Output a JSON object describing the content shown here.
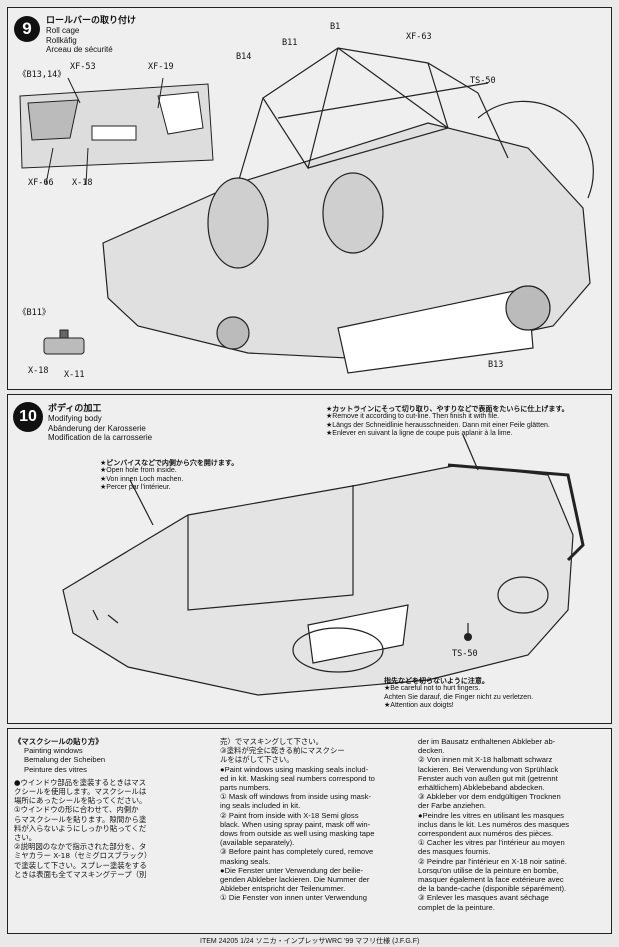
{
  "step9": {
    "number": "9",
    "title_jp": "ロールバーの取り付け",
    "title_en": "Roll cage",
    "title_de": "Rollkäfig",
    "title_fr": "Arceau de sécurité",
    "inset_label": "《B13,14》",
    "inset2_label": "《B11》",
    "parts": {
      "b1": "B1",
      "b11": "B11",
      "b14": "B14",
      "b13": "B13",
      "xf63": "XF-63",
      "ts50": "TS-50",
      "xf53": "XF-53",
      "xf19": "XF-19",
      "xf66": "XF-66",
      "x18": "X-18",
      "x18b": "X-18",
      "x11": "X-11"
    }
  },
  "step10": {
    "number": "10",
    "title_jp": "ボディの加工",
    "title_en": "Modifying body",
    "title_de": "Abänderung der Karosserie",
    "title_fr": "Modification de la carrosserie",
    "cut_note": [
      "★カットラインにそって切り取り、やすりなどで表面をたいらに仕上げます。",
      "★Remove it according to cut-line. Then finish it with file.",
      "★Längs der Schneidlinie herausschneiden. Dann mit einer Feile glätten.",
      "★Enlever en suivant la ligne de coupe puis aplanir à la lime."
    ],
    "hole_note": [
      "★ピンバイスなどで内側から穴を開けます。",
      "★Open hole from inside.",
      "★Von innen Loch machen.",
      "★Percer par l'intérieur."
    ],
    "finger_note": [
      "指先などを切らないように注意。",
      "★Be careful not to hurt fingers.",
      "Achten Sie darauf, die Finger nicht zu verletzen.",
      "★Attention aux doigts!"
    ],
    "ts50": "TS-50"
  },
  "masking": {
    "title_jp": "《マスクシールの貼り方》",
    "title_en": "Painting windows",
    "title_de": "Bemalung der Scheiben",
    "title_fr": "Peinture des vitres",
    "col1": [
      "●ウインドウ部品を塗装するときはマス",
      "クシールを使用します。マスクシールは",
      "場所にあったシールを貼ってください。",
      "①ウインドウの形に合わせて、内側か",
      "らマスクシールを貼ります。隙間から塗",
      "料が入らないようにしっかり貼ってくだ",
      "さい。",
      "②説明図のなかで指示された部分を、タ",
      "ミヤカラー X-18（セミグロスブラック）",
      "で塗装して下さい。スプレー塗装をする",
      "ときは表面も全てマスキングテープ（別"
    ],
    "col2": [
      "売）でマスキングして下さい。",
      "③塗料が完全に乾きる前にマスクシー",
      "ルをはがして下さい。",
      "●Paint windows using masking seals includ-",
      "ed in kit. Masking seal numbers correspond to",
      "parts numbers.",
      "① Mask off windows from inside using mask-",
      "ing seals included in kit.",
      "② Paint from inside with X-18 Semi gloss",
      "black. When using spray paint, mask off win-",
      "dows from outside as well using masking tape",
      "(available separately).",
      "③ Before paint has completely cured, remove",
      "masking seals.",
      "●Die Fenster unter Verwendung der beilie-",
      "genden Abkleber lackieren. Die Nummer der",
      "Abkleber entspricht der Teilenummer.",
      "① Die Fenster von innen unter Verwendung"
    ],
    "col3": [
      "der im Bausatz enthaltenen Abkleber ab-",
      "decken.",
      "② Von innen mit X-18 halbmatt schwarz",
      "lackieren. Bei Verwendung von Sprühlack",
      "Fenster auch von außen gut mit (getrennt",
      "erhältlichem) Abklebeband abdecken.",
      "③ Abkleber vor dem endgültigen Trocknen",
      "der Farbe anziehen.",
      "●Peindre les vitres en utilisant les masques",
      "inclus dans le kit. Les numéros des masques",
      "correspondent aux numéros des pièces.",
      "① Cacher les vitres par l'intérieur au moyen",
      "des masques fournis.",
      "② Peindre par l'intérieur en X-18 noir satiné.",
      "Lorsqu'on utilise de la peinture en bombe,",
      "masquer également la face extérieure avec",
      "de la bande-cache (disponible séparément).",
      "③ Enlever les masques avant séchage",
      "complet de la peinture."
    ]
  },
  "footer": "ITEM 24205 1/24 ソニカ・インプレッサWRC '99 マフリ仕様 (J.F.G.F)"
}
